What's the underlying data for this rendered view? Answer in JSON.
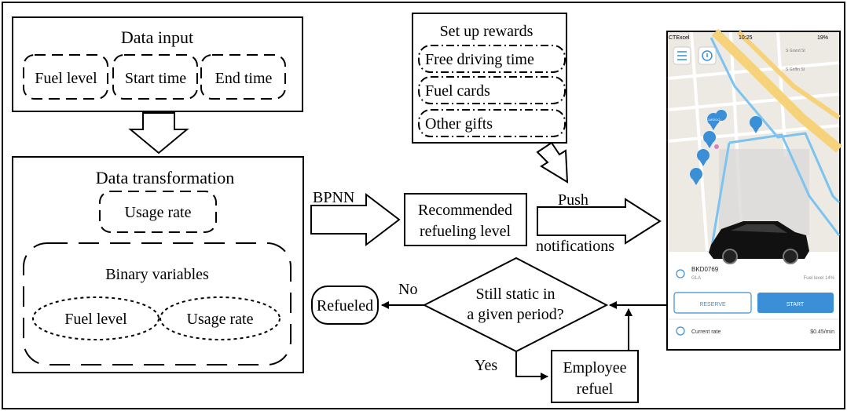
{
  "data_input": {
    "title": "Data input",
    "items": [
      "Fuel level",
      "Start time",
      "End time"
    ]
  },
  "data_transformation": {
    "title": "Data transformation",
    "usage_rate": "Usage rate",
    "binary_title": "Binary variables",
    "binary_items": [
      "Fuel level",
      "Usage rate"
    ]
  },
  "rewards": {
    "title": "Set up rewards",
    "items": [
      "Free driving time",
      "Fuel cards",
      "Other gifts"
    ]
  },
  "bpnn_label": "BPNN",
  "recommended": [
    "Recommended",
    "refueling level"
  ],
  "push": [
    "Push",
    "notifications"
  ],
  "decision": [
    "Still static in",
    "a given period?"
  ],
  "no_label": "No",
  "yes_label": "Yes",
  "refueled": "Refueled",
  "employee": [
    "Employee",
    "refuel"
  ],
  "phone": {
    "status_carrier": "CTExcel",
    "status_time": "10:25",
    "status_battery": "19%",
    "street_labels": [
      "S Grand St",
      "S Griffin St"
    ],
    "car_id": "BKD0769",
    "car_sub": "GLA",
    "fuel_level": "Fuel level 14%",
    "reserve_label": "RESERVE",
    "start_label": "START",
    "rate_label": "Current rate",
    "rate_value": "$0.45/min",
    "pin_label": "CAR2GO",
    "colors": {
      "accent": "#3a8fd6",
      "map_bg": "#ede9e3",
      "road": "#f6d27a",
      "route": "#7cc4ee"
    }
  }
}
